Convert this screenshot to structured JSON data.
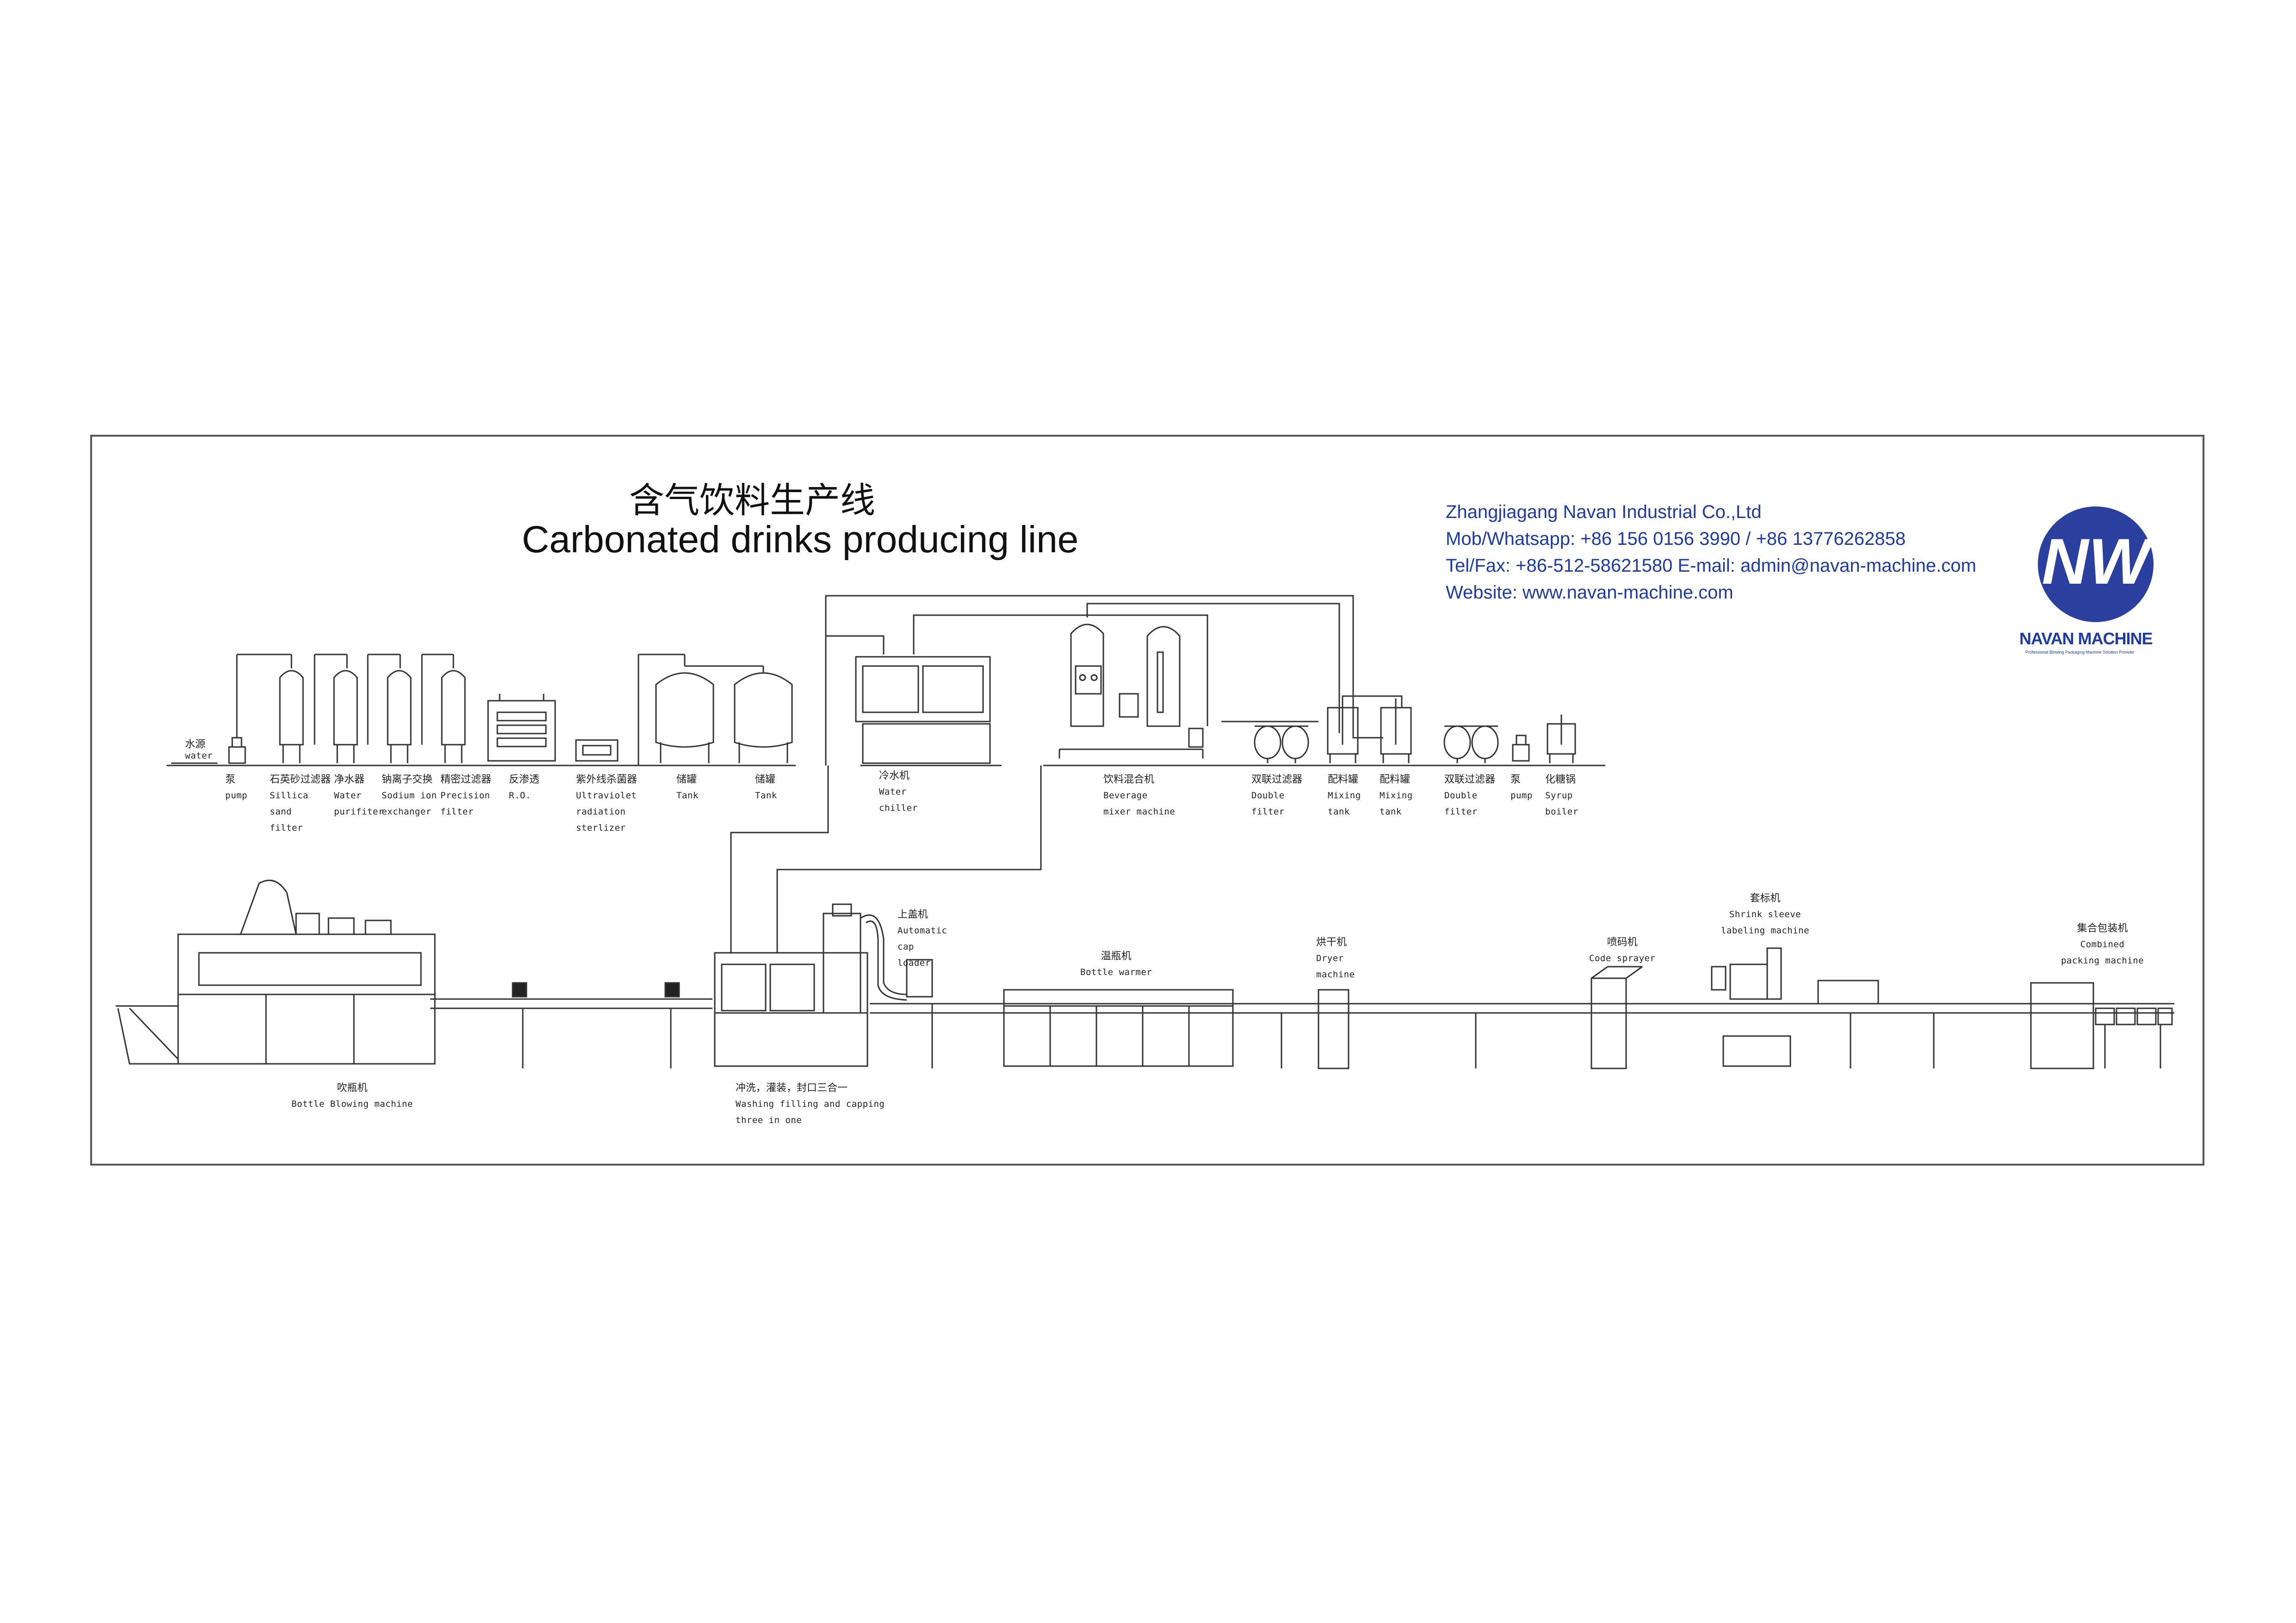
{
  "title": {
    "zh": "含气饮料生产线",
    "en": "Carbonated drinks producing line"
  },
  "company": {
    "name": "Zhangjiagang Navan Industrial Co.,Ltd",
    "mobile": "Mob/Whatsapp: +86 156 0156 3990 / +86 13776262858",
    "telfax": "Tel/Fax: +86-512-58621580   E-mail: admin@navan-machine.com",
    "website": "Website: www.navan-machine.com",
    "brand": "NAVAN MACHINE",
    "brand_tagline": "Professional Blowing Packaging Machine Solution Provider",
    "logo_text": "NW",
    "brand_color": "#2b3f9e"
  },
  "water_treatment": [
    {
      "zh": "水源",
      "en": [
        "water"
      ]
    },
    {
      "zh": "泵",
      "en": [
        "pump"
      ]
    },
    {
      "zh": "石英砂过滤器",
      "en": [
        "Sillica",
        "sand",
        "filter"
      ]
    },
    {
      "zh": "净水器",
      "en": [
        "Water",
        "purifiter"
      ]
    },
    {
      "zh": "钠离子交换",
      "en": [
        "Sodium ion",
        "exchanger"
      ]
    },
    {
      "zh": "精密过滤器",
      "en": [
        "Precision",
        "filter"
      ]
    },
    {
      "zh": "反渗透",
      "en": [
        "R.O."
      ]
    },
    {
      "zh": "紫外线杀菌器",
      "en": [
        "Ultraviolet",
        "radiation",
        "sterlizer"
      ]
    },
    {
      "zh": "储罐",
      "en": [
        "Tank"
      ]
    },
    {
      "zh": "储罐",
      "en": [
        "Tank"
      ]
    },
    {
      "zh": "冷水机",
      "en": [
        "Water",
        "chiller"
      ]
    },
    {
      "zh": "饮料混合机",
      "en": [
        "Beverage",
        "mixer machine"
      ]
    },
    {
      "zh": "双联过滤器",
      "en": [
        "Double",
        "filter"
      ]
    },
    {
      "zh": "配料罐",
      "en": [
        "Mixing",
        "tank"
      ]
    },
    {
      "zh": "配料罐",
      "en": [
        "Mixing",
        "tank"
      ]
    },
    {
      "zh": "双联过滤器",
      "en": [
        "Double",
        "filter"
      ]
    },
    {
      "zh": "泵",
      "en": [
        "pump"
      ]
    },
    {
      "zh": "化糖锅",
      "en": [
        "Syrup",
        "boiler"
      ]
    }
  ],
  "production_line": [
    {
      "zh": "吹瓶机",
      "en": [
        "Bottle Blowing machine"
      ]
    },
    {
      "zh": "冲洗，灌装，封口三合一",
      "en": [
        "Washing filling and capping",
        "three in one"
      ]
    },
    {
      "zh": "上盖机",
      "en": [
        "Automatic",
        "cap",
        "loader"
      ]
    },
    {
      "zh": "温瓶机",
      "en": [
        "Bottle warmer"
      ]
    },
    {
      "zh": "烘干机",
      "en": [
        "Dryer",
        "machine"
      ]
    },
    {
      "zh": "喷码机",
      "en": [
        "Code sprayer"
      ]
    },
    {
      "zh": "套标机",
      "en": [
        "Shrink sleeve",
        "labeling machine"
      ]
    },
    {
      "zh": "集合包装机",
      "en": [
        "Combined",
        "packing machine"
      ]
    }
  ]
}
